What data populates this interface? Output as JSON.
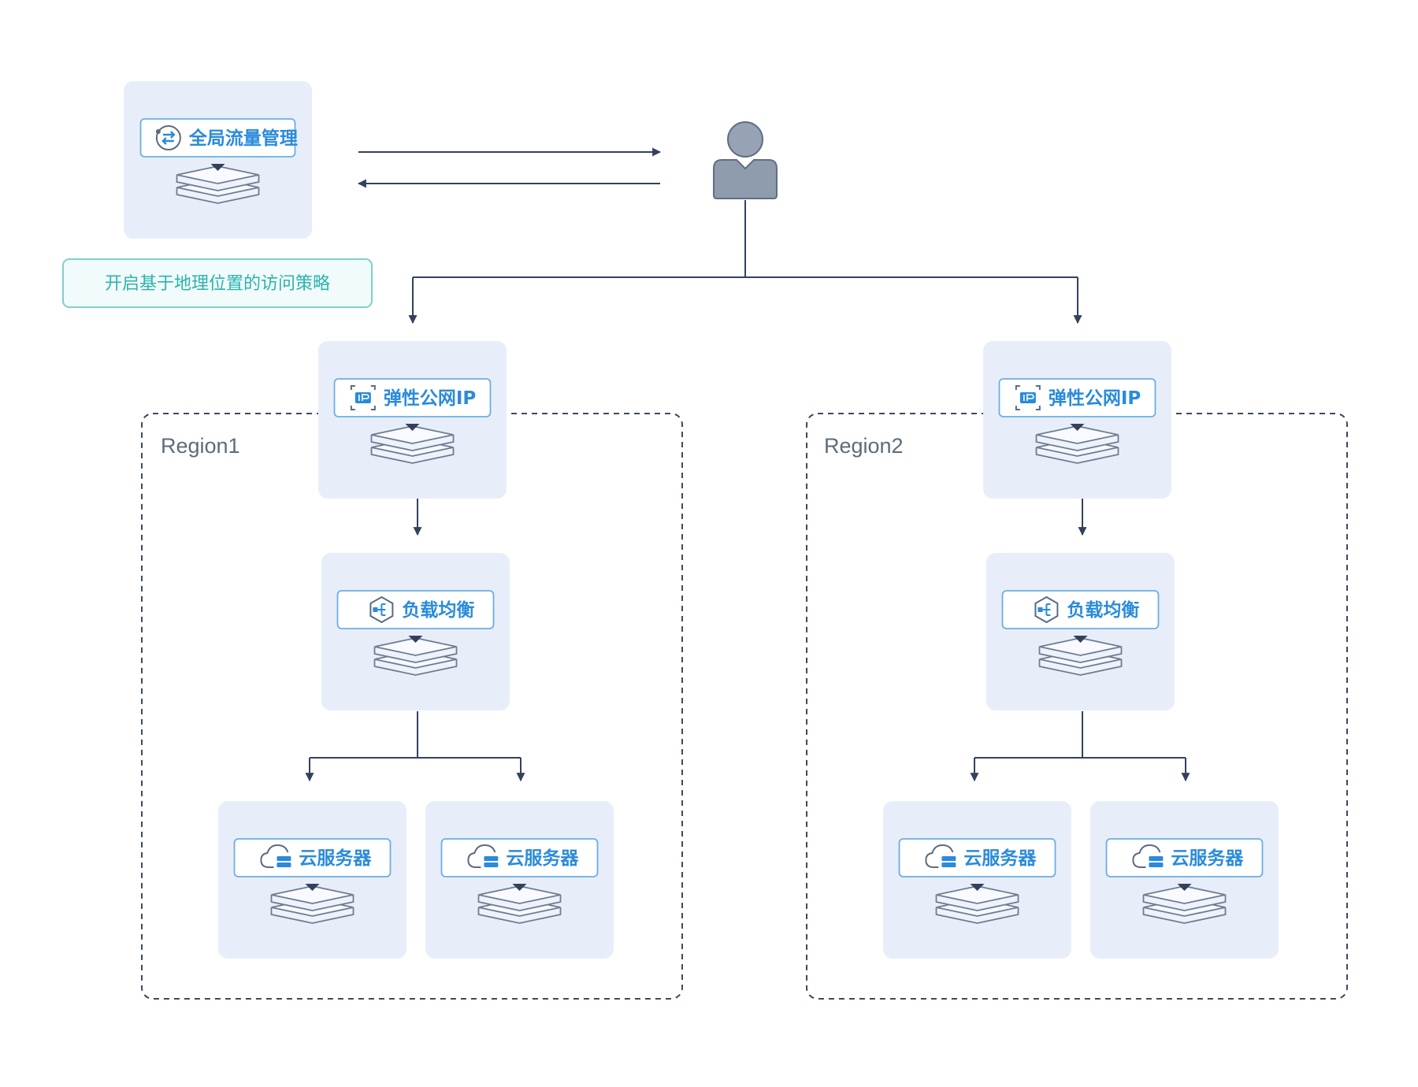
{
  "colors": {
    "tile_bg": "#e8eef9",
    "badge_border": "#6aaee8",
    "badge_text": "#2a8bdb",
    "connector": "#33415c",
    "region_border": "#3d4a5c",
    "policy_border": "#7fd0cc",
    "policy_bg": "#f2fbfb",
    "policy_text": "#2bb3ad",
    "user_fill": "#8f9cae"
  },
  "gtm": {
    "label": "全局流量管理",
    "icon": "traffic-manager-icon"
  },
  "policy": {
    "label": "开启基于地理位置的访问策略"
  },
  "user": {
    "icon": "user-icon"
  },
  "regions": [
    {
      "name": "Region1",
      "eip": {
        "label": "弹性公网IP",
        "icon": "eip-icon"
      },
      "lb": {
        "label": "负载均衡",
        "icon": "load-balancer-icon"
      },
      "servers": [
        {
          "label": "云服务器",
          "icon": "cloud-server-icon"
        },
        {
          "label": "云服务器",
          "icon": "cloud-server-icon"
        }
      ]
    },
    {
      "name": "Region2",
      "eip": {
        "label": "弹性公网IP",
        "icon": "eip-icon"
      },
      "lb": {
        "label": "负载均衡",
        "icon": "load-balancer-icon"
      },
      "servers": [
        {
          "label": "云服务器",
          "icon": "cloud-server-icon"
        },
        {
          "label": "云服务器",
          "icon": "cloud-server-icon"
        }
      ]
    }
  ]
}
